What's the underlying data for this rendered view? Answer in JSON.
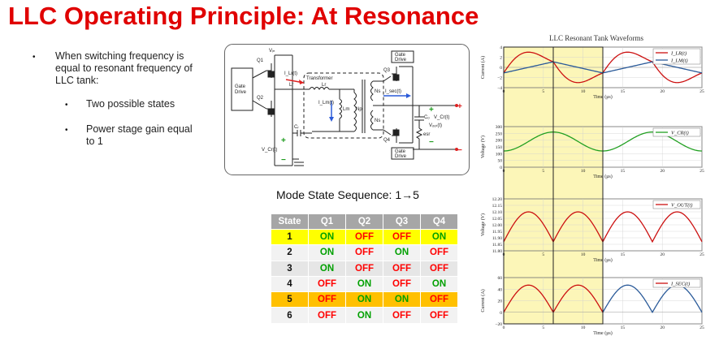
{
  "title": "LLC Operating Principle: At Resonance",
  "bullets": [
    {
      "text_lines": [
        "When switching frequency is",
        "equal to resonant frequency of",
        "LLC tank:"
      ]
    },
    {
      "text_lines": [
        "Two possible states"
      ]
    },
    {
      "text_lines": [
        "Power stage gain equal",
        "to 1"
      ]
    }
  ],
  "bullet_glyph": "•",
  "circuit": {
    "labels": {
      "vin": "Vᵢₙ",
      "q1": "Q1",
      "q2": "Q2",
      "q3": "Q3",
      "q4": "Q4",
      "gate_drive_left": [
        "Gate",
        "Drive"
      ],
      "gate_drive_top": [
        "Gate",
        "Drive"
      ],
      "gate_drive_bottom": [
        "Gate",
        "Drive"
      ],
      "ilr": "I_Lr(t)",
      "lr": "Lr",
      "lm": "Lm",
      "ilm": "I_Lm(t)",
      "transformer": "Transformer",
      "np": "Np",
      "ns_top": "Ns",
      "ns_bottom": "Ns",
      "isec": "I_sec(t)",
      "co": "Cₒ",
      "vcr": "V_Cr(t)",
      "cr": "Cᵣ",
      "vout": "Vₒᵤₜ(t)",
      "esr": "esr",
      "plus1": "+",
      "minus1": "−",
      "plus2": "+",
      "minus2": "−",
      "plus3": "+",
      "minus3": "−"
    }
  },
  "sequence_title": "Mode State Sequence: 1→5",
  "table": {
    "headers": [
      "State",
      "Q1",
      "Q2",
      "Q3",
      "Q4"
    ],
    "rows": [
      {
        "cells": [
          "1",
          "ON",
          "OFF",
          "OFF",
          "ON"
        ],
        "highlight": "yellow"
      },
      {
        "cells": [
          "2",
          "ON",
          "OFF",
          "ON",
          "OFF"
        ],
        "highlight": "none"
      },
      {
        "cells": [
          "3",
          "ON",
          "OFF",
          "OFF",
          "OFF"
        ],
        "highlight": "none"
      },
      {
        "cells": [
          "4",
          "OFF",
          "ON",
          "OFF",
          "ON"
        ],
        "highlight": "none"
      },
      {
        "cells": [
          "5",
          "OFF",
          "ON",
          "ON",
          "OFF"
        ],
        "highlight": "orange"
      },
      {
        "cells": [
          "6",
          "OFF",
          "ON",
          "OFF",
          "OFF"
        ],
        "highlight": "none"
      }
    ]
  },
  "colors": {
    "title": "#e00000",
    "on": "#00a000",
    "off": "#ff0000",
    "yellow_band": "#fcf6b8",
    "red": "#cc1010",
    "blue": "#2a5a99",
    "green": "#22a022"
  },
  "chart_data": {
    "type": "line",
    "title": "LLC Resonant Tank Waveforms",
    "shaded_intervals": [
      [
        0,
        6.25
      ],
      [
        6.25,
        12.5
      ]
    ],
    "panels": [
      {
        "ylabel": "Current (A)",
        "xlabel": "Time (μs)",
        "xlim": [
          0,
          25
        ],
        "ylim": [
          -4,
          4
        ],
        "yticks": [
          "4",
          "2",
          "0",
          "−2",
          "−4"
        ],
        "xticks": [
          "0",
          "5",
          "10",
          "15",
          "20",
          "25"
        ],
        "legend": [
          "I_LR(t)",
          "I_LM(t)"
        ],
        "series": [
          {
            "name": "I_LR(t)",
            "color": "#cc1010",
            "kind": "ilr",
            "amplitude": 3.0,
            "magnetizing_peak": 1.1,
            "period": 12.5
          },
          {
            "name": "I_LM(t)",
            "color": "#2a5a99",
            "kind": "triangle",
            "peak": 1.1,
            "period": 12.5
          }
        ]
      },
      {
        "ylabel": "Voltage (V)",
        "xlabel": "Time (μs)",
        "xlim": [
          0,
          25
        ],
        "ylim": [
          0,
          300
        ],
        "yticks": [
          "300",
          "250",
          "200",
          "150",
          "100",
          "50",
          "0"
        ],
        "xticks": [
          "0",
          "5",
          "10",
          "15",
          "20",
          "25"
        ],
        "legend": [
          "V_CR(t)"
        ],
        "series": [
          {
            "name": "V_CR(t)",
            "color": "#22a022",
            "kind": "sine_shift",
            "offset": 190,
            "amplitude": 70,
            "period": 12.5
          }
        ]
      },
      {
        "ylabel": "Voltage (V)",
        "xlabel": "Time (μs)",
        "xlim": [
          0,
          25
        ],
        "ylim": [
          11.8,
          12.2
        ],
        "yticks": [
          "12.20",
          "12.15",
          "12.10",
          "12.05",
          "12.00",
          "11.95",
          "11.90",
          "11.85",
          "11.80"
        ],
        "xticks": [
          "0",
          "5",
          "10",
          "15",
          "20",
          "25"
        ],
        "legend": [
          "V_OUT(t)"
        ],
        "series": [
          {
            "name": "V_OUT(t)",
            "color": "#cc1010",
            "kind": "rectified_ripple",
            "base": 11.87,
            "amplitude": 0.23,
            "period": 12.5
          }
        ]
      },
      {
        "ylabel": "Current (A)",
        "xlabel": "Time (μs)",
        "xlim": [
          0,
          25
        ],
        "ylim": [
          -20,
          60
        ],
        "yticks": [
          "60",
          "40",
          "20",
          "0",
          "−20"
        ],
        "xticks": [
          "0",
          "5",
          "10",
          "15",
          "20",
          "25"
        ],
        "legend": [
          "I_SEC(t)"
        ],
        "series": [
          {
            "name": "I_SEC(t)",
            "color": "#cc1010",
            "kind": "abs_sine",
            "amplitude": 47,
            "period": 12.5,
            "until": 12.5
          },
          {
            "name": "I_SEC(t)",
            "color": "#2a5a99",
            "kind": "abs_sine",
            "amplitude": 47,
            "period": 12.5,
            "from": 12.5
          }
        ]
      }
    ]
  }
}
